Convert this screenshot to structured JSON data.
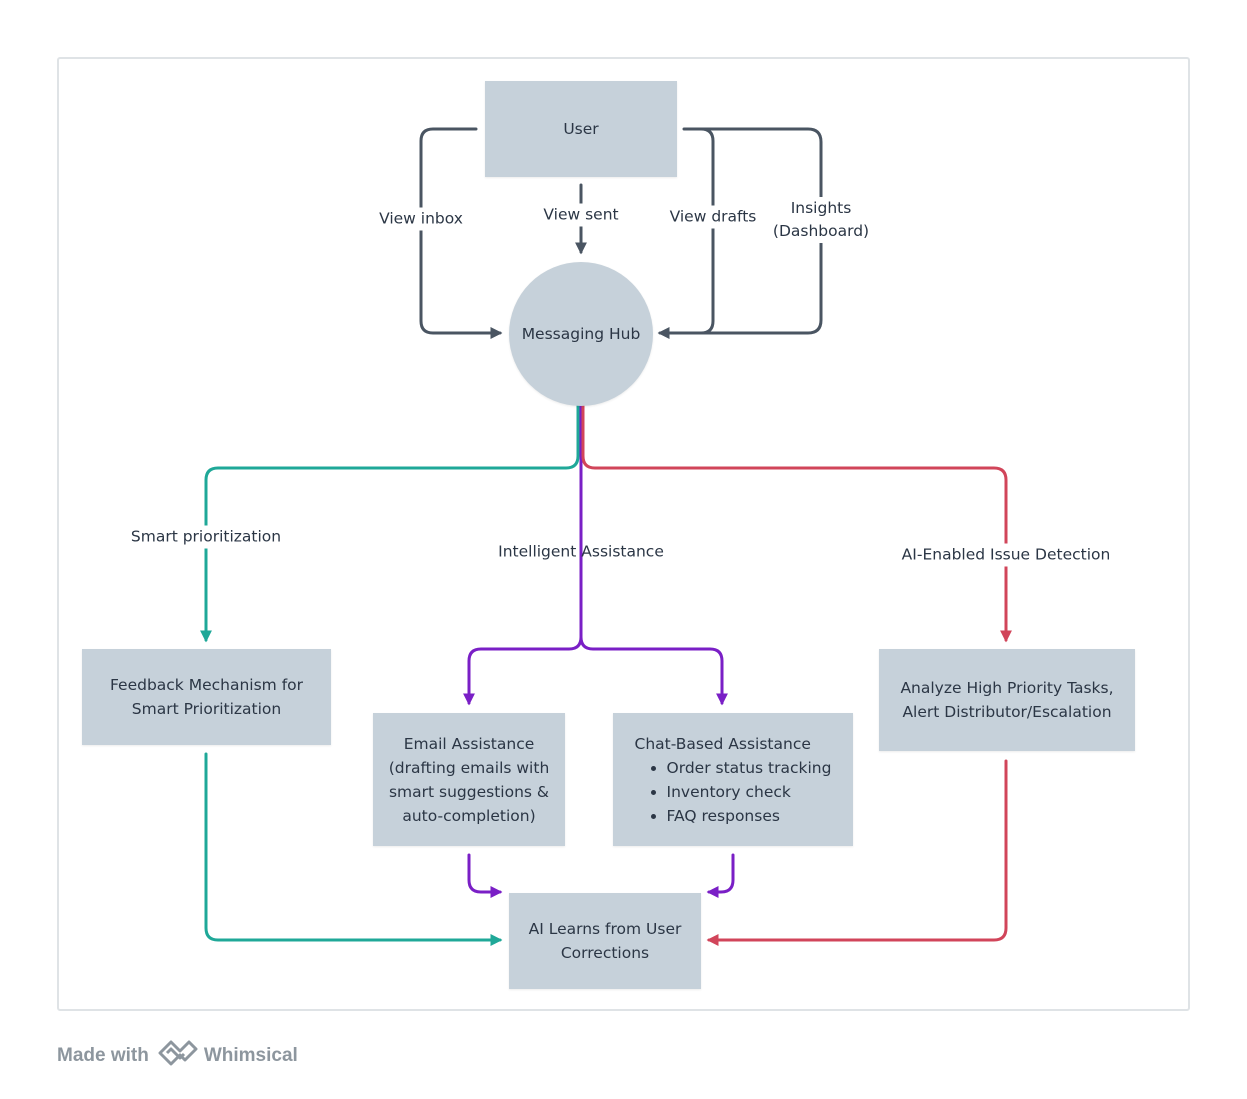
{
  "nodes": {
    "user": "User",
    "hub": "Messaging Hub",
    "feedback": [
      "Feedback Mechanism for",
      "Smart Prioritization"
    ],
    "email": [
      "Email Assistance",
      "(drafting emails with",
      "smart suggestions &",
      "auto-completion)"
    ],
    "chat": {
      "title": "Chat-Based Assistance",
      "items": [
        "Order status tracking",
        "Inventory check",
        "FAQ responses"
      ]
    },
    "analyze": [
      "Analyze High Priority Tasks,",
      "Alert Distributor/Escalation"
    ],
    "ai": [
      "AI Learns from User",
      "Corrections"
    ]
  },
  "edge_labels": {
    "view_inbox": "View inbox",
    "view_sent": "View sent",
    "view_drafts": "View drafts",
    "insights": [
      "Insights",
      "(Dashboard)"
    ],
    "smart_prioritization": "Smart prioritization",
    "intelligent_assistance": "Intelligent Assistance",
    "issue_detection": "AI-Enabled Issue Detection"
  },
  "colors": {
    "slate": "#4a5562",
    "teal": "#1fa898",
    "purple": "#7a1fc6",
    "red": "#d1455a",
    "node_fill": "#c6d1da"
  },
  "footer": {
    "made_with": "Made with",
    "brand": "Whimsical",
    "logo_icon": "whimsical-logo-icon"
  }
}
